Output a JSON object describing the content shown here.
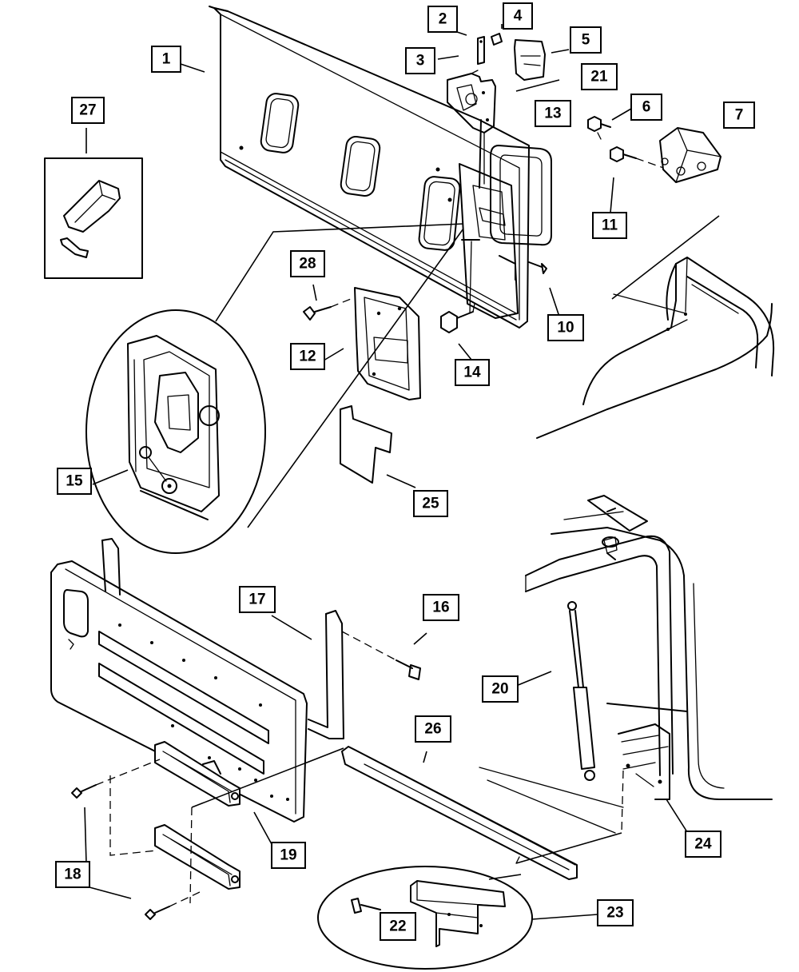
{
  "callouts": [
    {
      "id": "c1",
      "label": "1"
    },
    {
      "id": "c2",
      "label": "2"
    },
    {
      "id": "c3",
      "label": "3"
    },
    {
      "id": "c4",
      "label": "4"
    },
    {
      "id": "c5",
      "label": "5"
    },
    {
      "id": "c6",
      "label": "6"
    },
    {
      "id": "c7",
      "label": "7"
    },
    {
      "id": "c10",
      "label": "10"
    },
    {
      "id": "c11",
      "label": "11"
    },
    {
      "id": "c12",
      "label": "12"
    },
    {
      "id": "c13",
      "label": "13"
    },
    {
      "id": "c14",
      "label": "14"
    },
    {
      "id": "c15",
      "label": "15"
    },
    {
      "id": "c16",
      "label": "16"
    },
    {
      "id": "c17",
      "label": "17"
    },
    {
      "id": "c18",
      "label": "18"
    },
    {
      "id": "c19",
      "label": "19"
    },
    {
      "id": "c20",
      "label": "20"
    },
    {
      "id": "c21",
      "label": "21"
    },
    {
      "id": "c22",
      "label": "22"
    },
    {
      "id": "c23",
      "label": "23"
    },
    {
      "id": "c24",
      "label": "24"
    },
    {
      "id": "c25",
      "label": "25"
    },
    {
      "id": "c26",
      "label": "26"
    },
    {
      "id": "c27",
      "label": "27"
    },
    {
      "id": "c28",
      "label": "28"
    }
  ]
}
